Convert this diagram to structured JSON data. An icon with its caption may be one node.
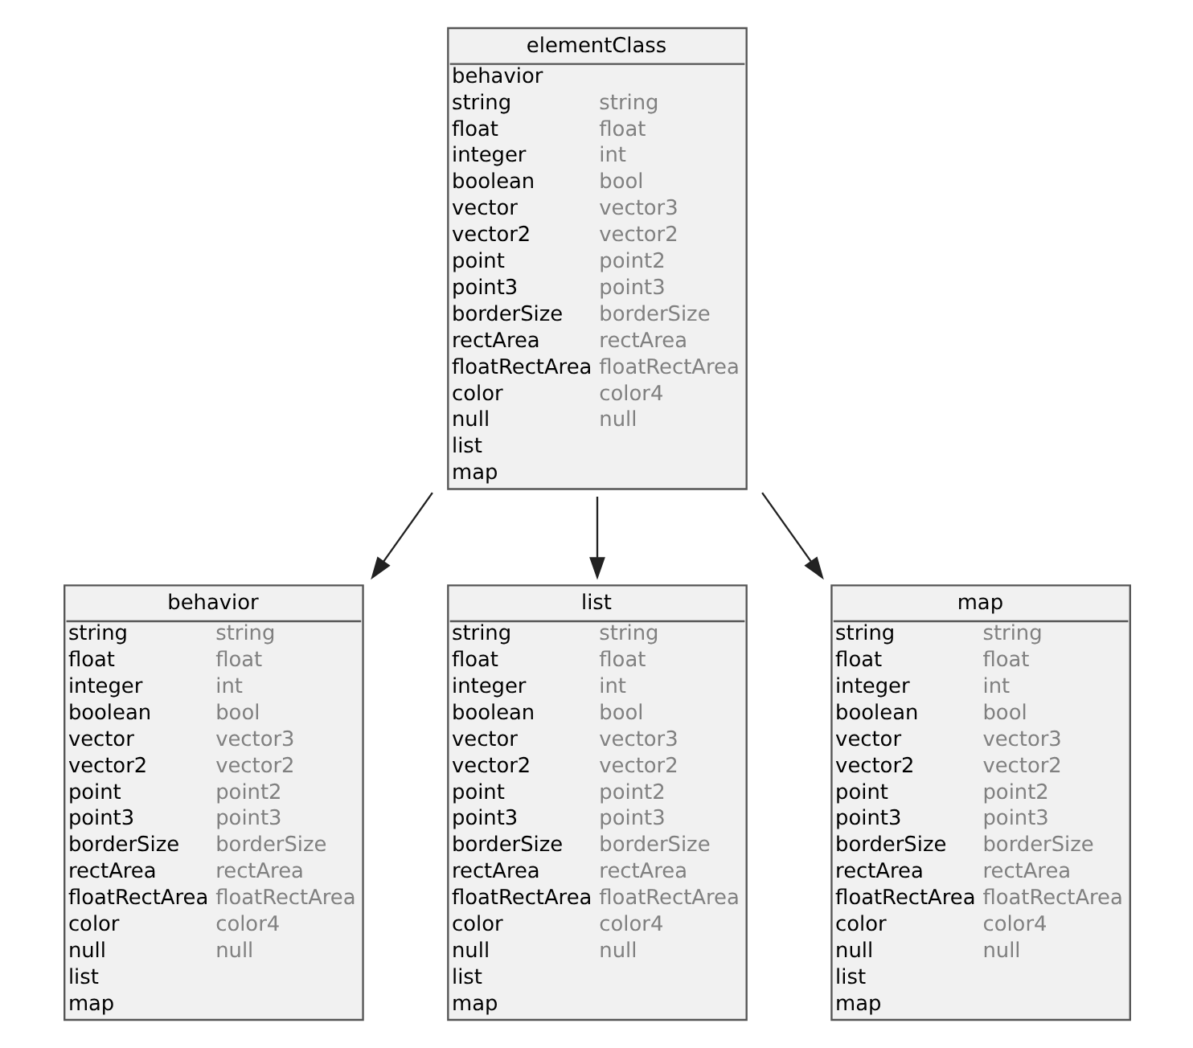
{
  "diagram": {
    "nodes": [
      {
        "text": [
          "elementClass",
          "behavior",
          "string string",
          "float float",
          "integer int",
          "boolean bool",
          "vector vector3",
          "vector2 vector2",
          "point point2",
          "point3 point3",
          "borderSize borderSize",
          "rectArea rectArea",
          "floatRectArea floatRectArea",
          "color color4",
          "null null",
          "list",
          "map"
        ]
      },
      {
        "text": [
          "behavior",
          "string string",
          "float float",
          "integer int",
          "boolean bool",
          "vector vector3",
          "vector2 vector2",
          "point point2",
          "point3 point3",
          "borderSize borderSize",
          "rectArea rectArea",
          "floatRectArea floatRectArea",
          "color color4",
          "null null",
          "list",
          "map"
        ]
      },
      {
        "text": [
          "list",
          "string string",
          "float float",
          "integer int",
          "boolean bool",
          "vector vector3",
          "vector2 vector2",
          "point point2",
          "point3 point3",
          "borderSize borderSize",
          "rectArea rectArea",
          "floatRectArea floatRectArea",
          "color color4",
          "null null",
          "list",
          "map"
        ]
      },
      {
        "text": [
          "map",
          "string string",
          "float float",
          "integer int",
          "boolean bool",
          "vector vector3",
          "vector2 vector2",
          "point point2",
          "point3 point3",
          "borderSize borderSize",
          "rectArea rectArea",
          "floatRectArea floatRectArea",
          "color color4",
          "null null",
          "list",
          "map"
        ]
      }
    ],
    "edges": [
      {
        "from": 0,
        "to": 1,
        "arrow": "to"
      },
      {
        "from": 0,
        "to": 2,
        "arrow": "to"
      },
      {
        "from": 0,
        "to": 3,
        "arrow": "to"
      }
    ]
  }
}
